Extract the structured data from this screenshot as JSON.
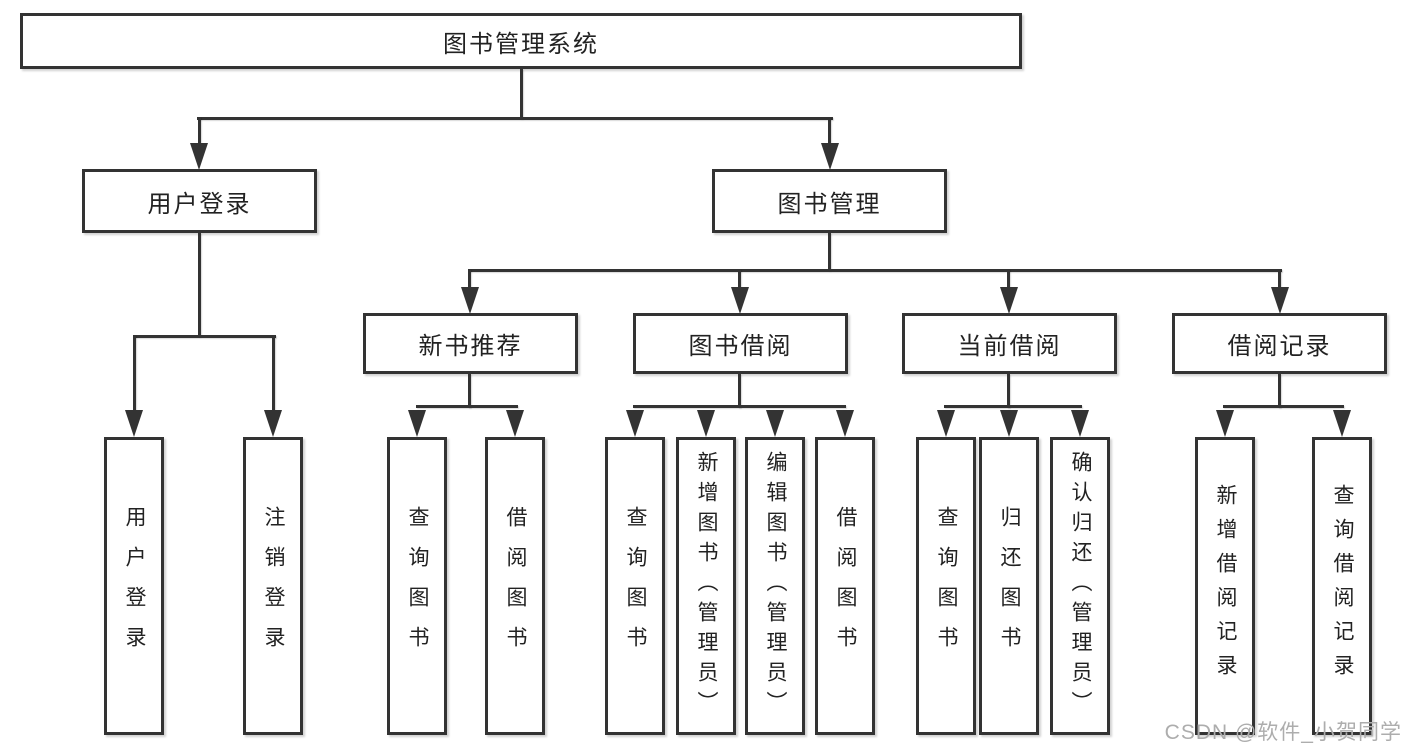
{
  "root": {
    "label": "图书管理系统"
  },
  "branches": {
    "user": {
      "label": "用户登录",
      "children": [
        {
          "label": "用户登录"
        },
        {
          "label": "注销登录"
        }
      ]
    },
    "book": {
      "label": "图书管理",
      "groups": [
        {
          "label": "新书推荐",
          "children": [
            {
              "label": "查询图书"
            },
            {
              "label": "借阅图书"
            }
          ]
        },
        {
          "label": "图书借阅",
          "children": [
            {
              "label": "查询图书"
            },
            {
              "label": "新增图书（管理员）"
            },
            {
              "label": "编辑图书（管理员）"
            },
            {
              "label": "借阅图书"
            }
          ]
        },
        {
          "label": "当前借阅",
          "children": [
            {
              "label": "查询图书"
            },
            {
              "label": "归还图书"
            },
            {
              "label": "确认归还（管理员）"
            }
          ]
        },
        {
          "label": "借阅记录",
          "children": [
            {
              "label": "新增借阅记录"
            },
            {
              "label": "查询借阅记录"
            }
          ]
        }
      ]
    }
  },
  "watermark": "CSDN @软件_小贺同学",
  "colors": {
    "line": "#333333",
    "text": "#222222",
    "background": "#ffffff",
    "watermark": "#adadad"
  }
}
